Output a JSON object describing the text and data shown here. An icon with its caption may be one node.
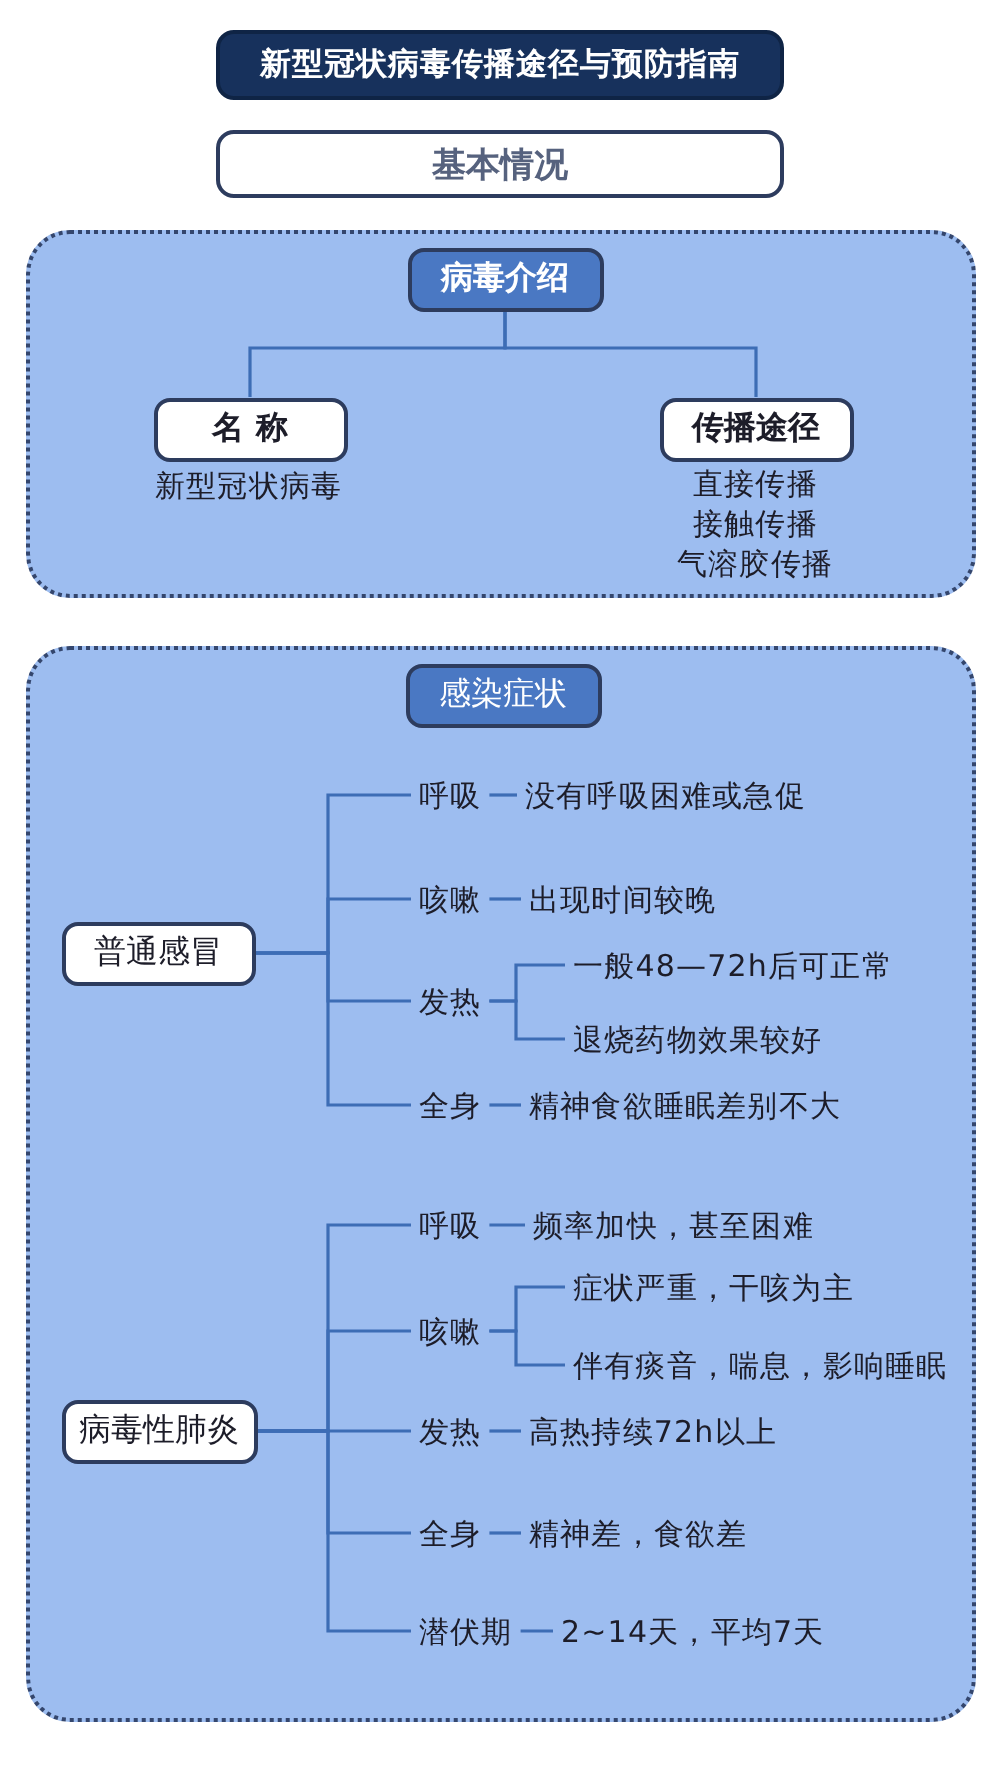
{
  "diagram": {
    "title": "新型冠状病毒传播途径与预防指南",
    "nodes": [
      {
        "text": [
          "基本情况"
        ]
      },
      {
        "text": [],
        "shape": "box"
      },
      {
        "text": [
          "病毒介绍"
        ],
        "in": 1
      },
      {
        "text": [
          "名 称"
        ],
        "in": 1,
        "beside": [
          "新型冠状病毒"
        ]
      },
      {
        "text": [
          "传播途径"
        ],
        "in": 1,
        "beside": [
          "直接传播",
          "接触传播",
          "气溶胶传播"
        ]
      },
      {
        "text": [],
        "shape": "box"
      },
      {
        "text": [
          "感染症状"
        ],
        "in": 5
      },
      {
        "text": [
          "普通感冒"
        ],
        "in": 5
      },
      {
        "text": [
          "呼吸"
        ],
        "in": 5
      },
      {
        "text": [
          "没有呼吸困难或急促"
        ],
        "in": 5
      },
      {
        "text": [
          "咳嗽"
        ],
        "in": 5
      },
      {
        "text": [
          "出现时间较晚"
        ],
        "in": 5
      },
      {
        "text": [
          "发热"
        ],
        "in": 5
      },
      {
        "text": [
          "一般48—72h后可正常"
        ],
        "in": 5
      },
      {
        "text": [
          "退烧药物效果较好"
        ],
        "in": 5
      },
      {
        "text": [
          "全身"
        ],
        "in": 5
      },
      {
        "text": [
          "精神食欲睡眠差别不大"
        ],
        "in": 5
      },
      {
        "text": [
          "病毒性肺炎"
        ],
        "in": 5
      },
      {
        "text": [
          "呼吸"
        ],
        "in": 5
      },
      {
        "text": [
          "频率加快，甚至困难"
        ],
        "in": 5
      },
      {
        "text": [
          "咳嗽"
        ],
        "in": 5
      },
      {
        "text": [
          "症状严重，干咳为主"
        ],
        "in": 5
      },
      {
        "text": [
          "伴有痰音，喘息，影响睡眠"
        ],
        "in": 5
      },
      {
        "text": [
          "发热"
        ],
        "in": 5
      },
      {
        "text": [
          "高热持续72h以上"
        ],
        "in": 5
      },
      {
        "text": [
          "全身"
        ],
        "in": 5
      },
      {
        "text": [
          "精神差，食欲差"
        ],
        "in": 5
      },
      {
        "text": [
          "潜伏期"
        ],
        "in": 5
      },
      {
        "text": [
          "2~14天，平均7天"
        ],
        "in": 5
      }
    ],
    "edges": [
      {
        "from": 2,
        "to": 3,
        "arrow": "none"
      },
      {
        "from": 2,
        "to": 4,
        "arrow": "none"
      },
      {
        "from": 7,
        "to": 8,
        "arrow": "none"
      },
      {
        "from": 7,
        "to": 10,
        "arrow": "none"
      },
      {
        "from": 7,
        "to": 12,
        "arrow": "none"
      },
      {
        "from": 7,
        "to": 15,
        "arrow": "none"
      },
      {
        "from": 8,
        "to": 9,
        "arrow": "none"
      },
      {
        "from": 10,
        "to": 11,
        "arrow": "none"
      },
      {
        "from": 12,
        "to": 13,
        "arrow": "none"
      },
      {
        "from": 12,
        "to": 14,
        "arrow": "none"
      },
      {
        "from": 15,
        "to": 16,
        "arrow": "none"
      },
      {
        "from": 17,
        "to": 18,
        "arrow": "none"
      },
      {
        "from": 17,
        "to": 20,
        "arrow": "none"
      },
      {
        "from": 17,
        "to": 23,
        "arrow": "none"
      },
      {
        "from": 17,
        "to": 25,
        "arrow": "none"
      },
      {
        "from": 17,
        "to": 27,
        "arrow": "none"
      },
      {
        "from": 18,
        "to": 19,
        "arrow": "none"
      },
      {
        "from": 20,
        "to": 21,
        "arrow": "none"
      },
      {
        "from": 20,
        "to": 22,
        "arrow": "none"
      },
      {
        "from": 23,
        "to": 24,
        "arrow": "none"
      },
      {
        "from": 25,
        "to": 26,
        "arrow": "none"
      },
      {
        "from": 27,
        "to": 28,
        "arrow": "none"
      }
    ]
  }
}
